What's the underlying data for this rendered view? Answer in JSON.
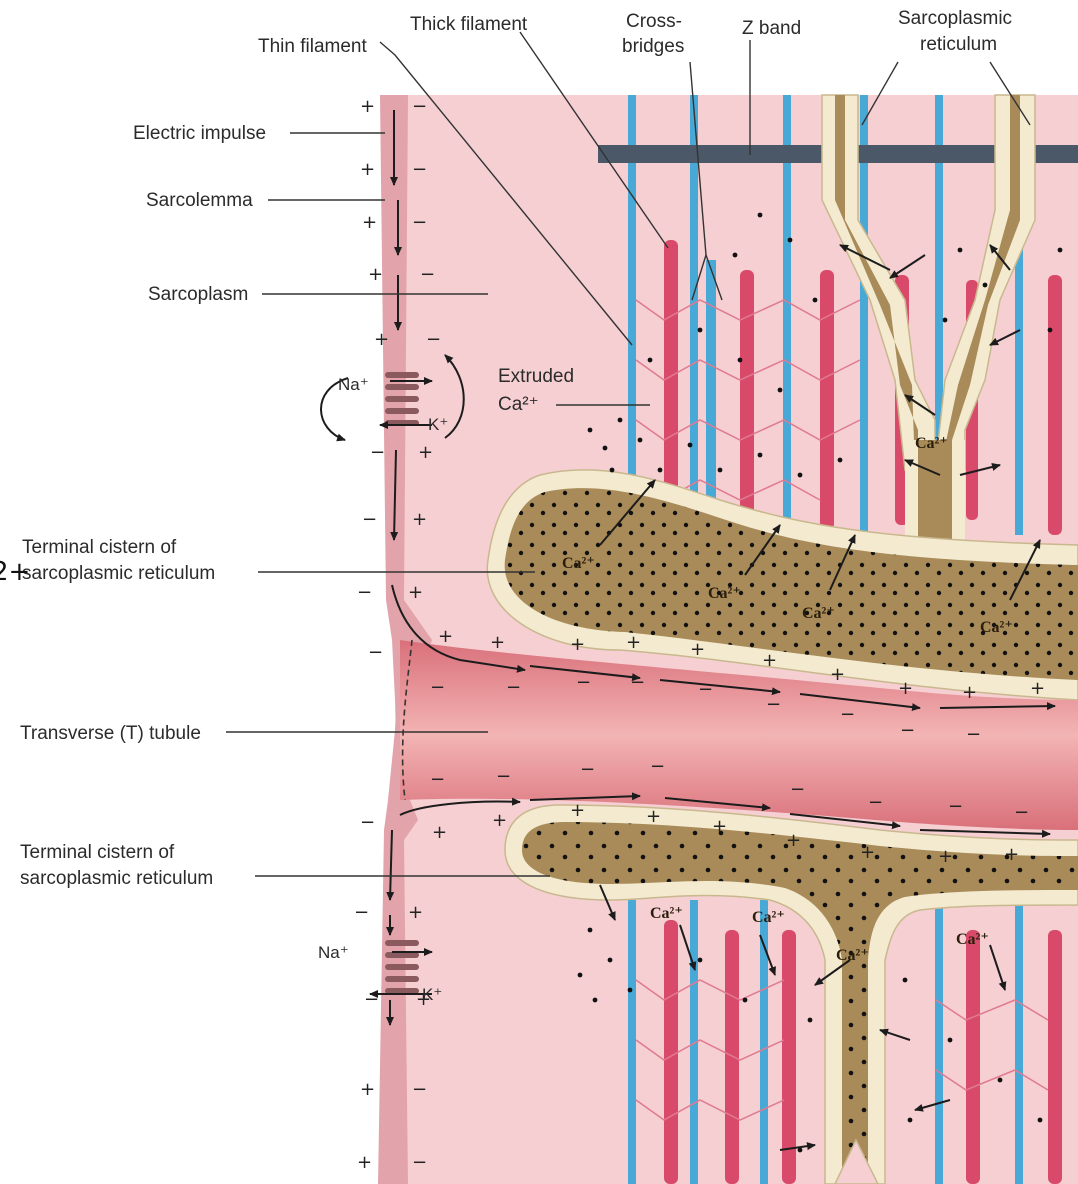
{
  "labels": {
    "thin_filament": "Thin filament",
    "thick_filament": "Thick filament",
    "cross_bridges_1": "Cross-",
    "cross_bridges_2": "bridges",
    "z_band": "Z band",
    "sr_1": "Sarcoplasmic",
    "sr_2": "reticulum",
    "electric_impulse": "Electric impulse",
    "sarcolemma": "Sarcolemma",
    "sarcoplasm": "Sarcoplasm",
    "na": "Na⁺",
    "k": "K⁺",
    "extruded_1": "Extruded",
    "extruded_2": "Ca²⁺",
    "terminal_cistern_top_1": "Terminal cistern of",
    "terminal_cistern_top_2": "sarcoplasmic reticulum",
    "cut_off_fragment": "2+",
    "t_tubule": "Transverse (T) tubule",
    "terminal_cistern_bottom_1": "Terminal cistern of",
    "terminal_cistern_bottom_2": "sarcoplasmic reticulum",
    "ca": "Ca²⁺"
  },
  "colors": {
    "sarcoplasm": "#f5cfd2",
    "membrane": "#e2a4aa",
    "t_tubule": "#e58c8f",
    "sr_wall": "#f3ead0",
    "sr_lumen": "#a88b58",
    "thick_filament": "#d94a6a",
    "thin_filament": "#49a9d6",
    "z_band": "#4a5868"
  }
}
